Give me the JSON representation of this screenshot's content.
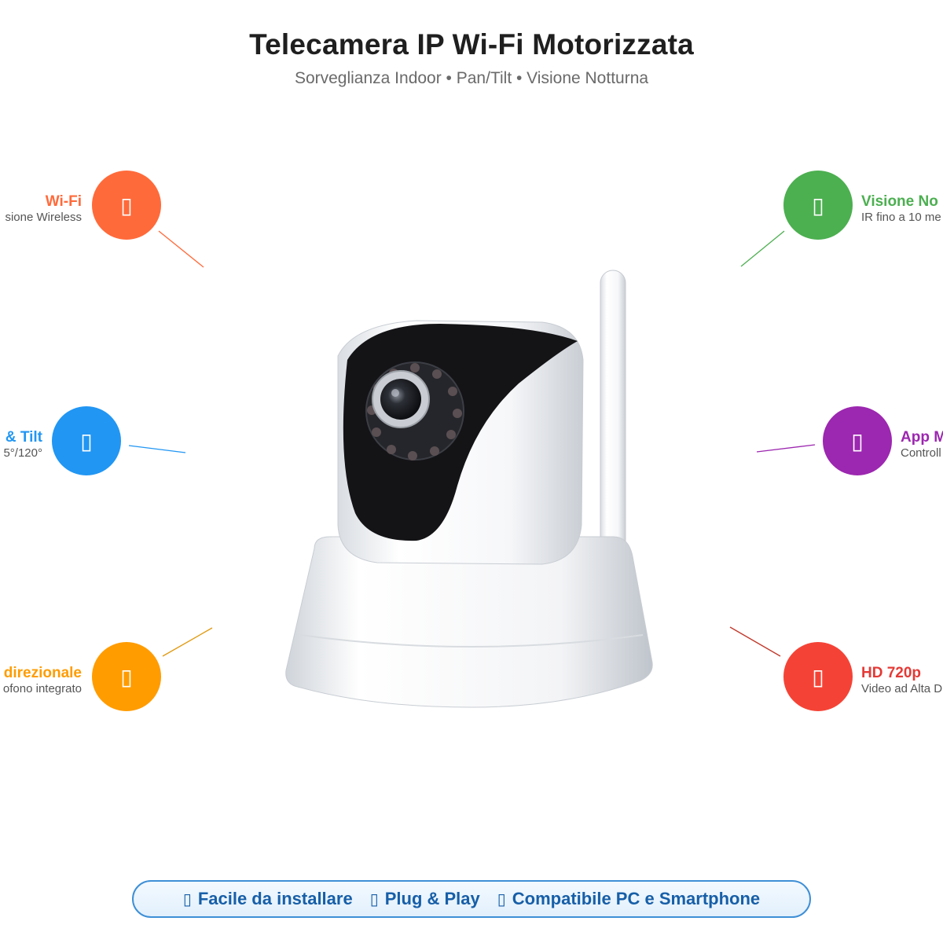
{
  "header": {
    "title": "Telecamera IP Wi-Fi Motorizzata",
    "subtitle": "Sorveglianza Indoor • Pan/Tilt • Visione Notturna"
  },
  "features": {
    "wifi": {
      "title": "Wi-Fi",
      "subtitle": "sione Wireless",
      "color": "#ff6a3a",
      "icon": "wifi-icon"
    },
    "pantilt": {
      "title": "& Tilt",
      "subtitle": "5°/120°",
      "color": "#2196f3",
      "icon": "pan-tilt-icon"
    },
    "audio": {
      "title": "direzionale",
      "subtitle": "ofono integrato",
      "color": "#ff9c00",
      "icon": "microphone-icon"
    },
    "night": {
      "title": "Visione No",
      "subtitle": "IR fino a 10 me",
      "color": "#4caf50",
      "icon": "moon-icon"
    },
    "app": {
      "title": "App M",
      "subtitle": "Controll",
      "color": "#9c27b0",
      "icon": "smartphone-icon"
    },
    "hd": {
      "title": "HD 720p",
      "subtitle": "Video ad Alta D",
      "color": "#f44336",
      "icon": "video-icon"
    }
  },
  "banner": {
    "items": [
      {
        "label": "Facile da installare",
        "icon": "check-icon"
      },
      {
        "label": "Plug & Play",
        "icon": "plug-icon"
      },
      {
        "label": "Compatibile PC e Smartphone",
        "icon": "devices-icon"
      }
    ],
    "border_color": "#3e8fd6",
    "text_color": "#175fa8"
  },
  "glyph": "▯"
}
